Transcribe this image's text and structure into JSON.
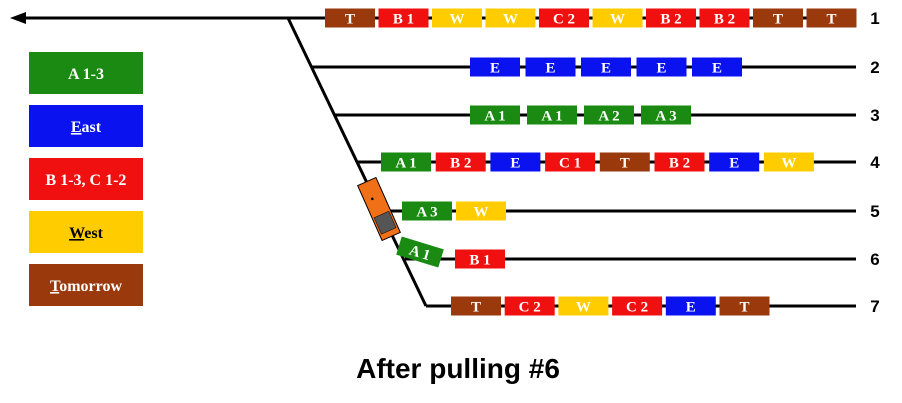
{
  "colors": {
    "A": "#1a8a12",
    "E": "#0b12f0",
    "BC": "#f01010",
    "W": "#ffcc00",
    "T": "#9a3a0c",
    "track": "#000000",
    "loco_body": "#f07018",
    "loco_cab": "#555555"
  },
  "legend": [
    {
      "id": "a",
      "color_key": "A",
      "label": "A 1-3",
      "dark": false
    },
    {
      "id": "east",
      "color_key": "E",
      "label": "East",
      "underline": "E",
      "dark": false
    },
    {
      "id": "bc",
      "color_key": "BC",
      "label": "B 1-3, C 1-2",
      "dark": false
    },
    {
      "id": "west",
      "color_key": "W",
      "label": "West",
      "underline": "W",
      "dark": true
    },
    {
      "id": "tomorrow",
      "color_key": "T",
      "label": "Tomorrow",
      "underline": "T",
      "dark": false
    }
  ],
  "tracks": [
    {
      "number": "1",
      "cars": [
        {
          "label": "T",
          "type": "T"
        },
        {
          "label": "B 1",
          "type": "BC"
        },
        {
          "label": "W",
          "type": "W"
        },
        {
          "label": "W",
          "type": "W"
        },
        {
          "label": "C 2",
          "type": "BC"
        },
        {
          "label": "W",
          "type": "W"
        },
        {
          "label": "B 2",
          "type": "BC"
        },
        {
          "label": "B 2",
          "type": "BC"
        },
        {
          "label": "T",
          "type": "T"
        },
        {
          "label": "T",
          "type": "T"
        }
      ]
    },
    {
      "number": "2",
      "cars": [
        {
          "label": "E",
          "type": "E"
        },
        {
          "label": "E",
          "type": "E"
        },
        {
          "label": "E",
          "type": "E"
        },
        {
          "label": "E",
          "type": "E"
        },
        {
          "label": "E",
          "type": "E"
        }
      ]
    },
    {
      "number": "3",
      "cars": [
        {
          "label": "A 1",
          "type": "A"
        },
        {
          "label": "A 1",
          "type": "A"
        },
        {
          "label": "A 2",
          "type": "A"
        },
        {
          "label": "A 3",
          "type": "A"
        }
      ]
    },
    {
      "number": "4",
      "cars": [
        {
          "label": "A 1",
          "type": "A"
        },
        {
          "label": "B 2",
          "type": "BC"
        },
        {
          "label": "E",
          "type": "E"
        },
        {
          "label": "C 1",
          "type": "BC"
        },
        {
          "label": "T",
          "type": "T"
        },
        {
          "label": "B 2",
          "type": "BC"
        },
        {
          "label": "E",
          "type": "E"
        },
        {
          "label": "W",
          "type": "W"
        }
      ]
    },
    {
      "number": "5",
      "cars": [
        {
          "label": "A 3",
          "type": "A"
        },
        {
          "label": "W",
          "type": "W"
        }
      ]
    },
    {
      "number": "6",
      "cars": [
        {
          "label": "B 1",
          "type": "BC"
        }
      ]
    },
    {
      "number": "7",
      "cars": [
        {
          "label": "T",
          "type": "T"
        },
        {
          "label": "C 2",
          "type": "BC"
        },
        {
          "label": "W",
          "type": "W"
        },
        {
          "label": "C 2",
          "type": "BC"
        },
        {
          "label": "E",
          "type": "E"
        },
        {
          "label": "T",
          "type": "T"
        }
      ]
    }
  ],
  "moving_car": {
    "label": "A 1",
    "type": "A"
  },
  "caption": "After pulling #6"
}
